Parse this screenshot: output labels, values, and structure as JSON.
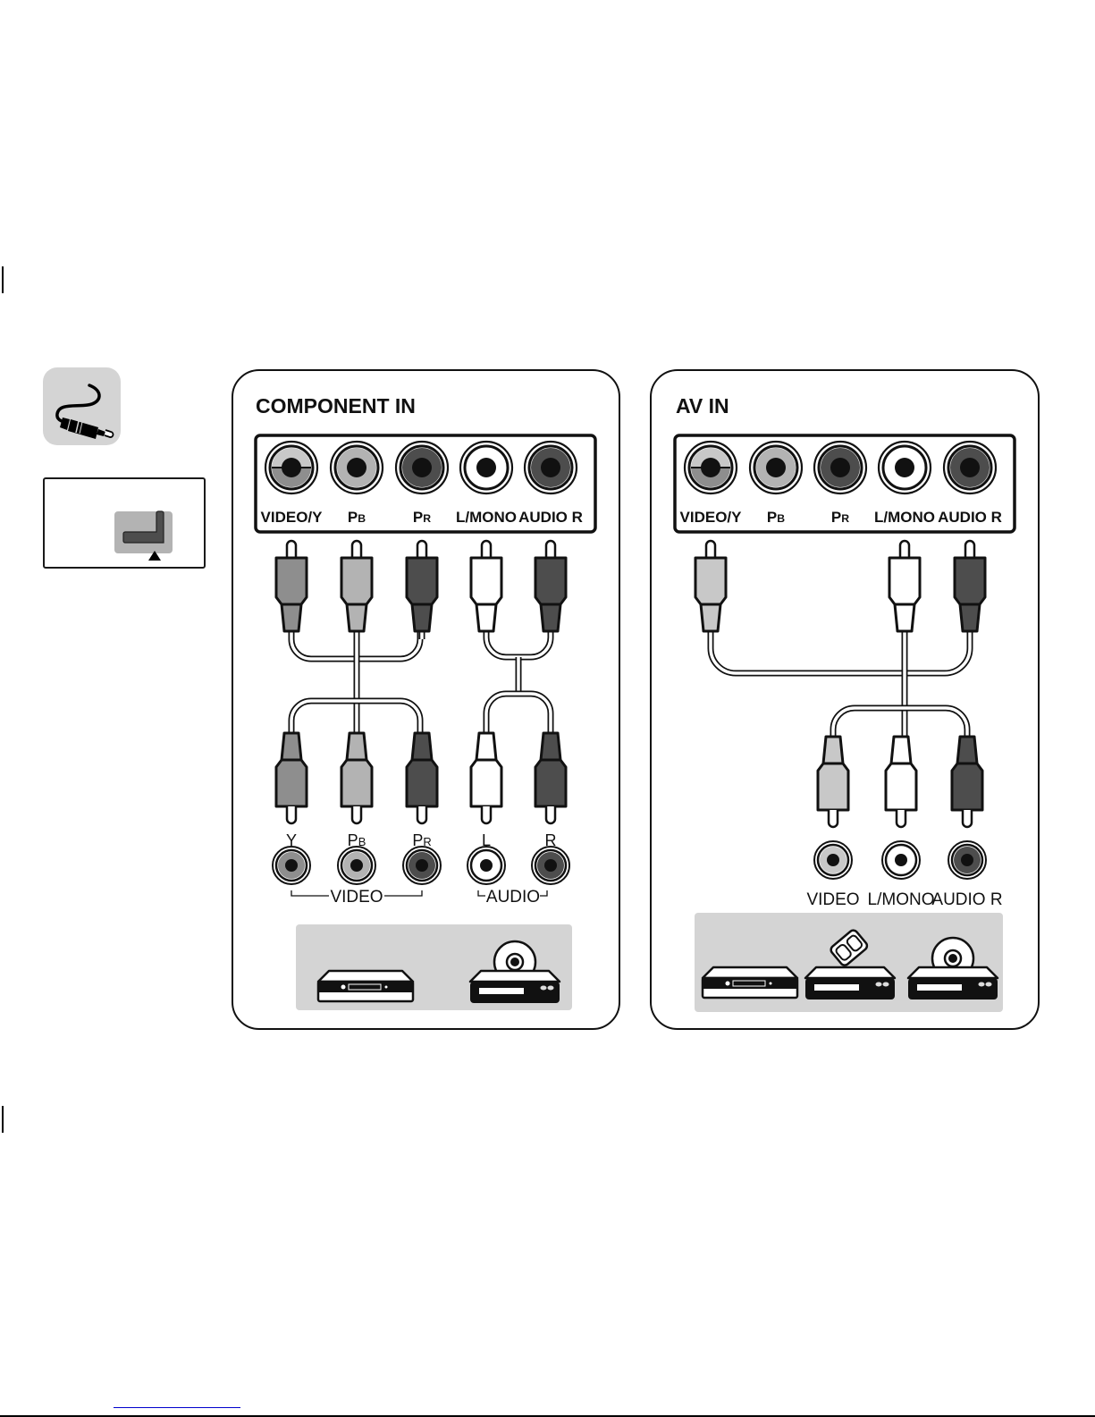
{
  "colors": {
    "y_gray": "#8e8e8e",
    "y_light": "#c8c8c8",
    "pb_gray": "#b3b3b3",
    "pr_dark": "#4d4d4d",
    "white": "#ffffff",
    "panel_bg": "#d4d4d4",
    "icon_bg": "#d4d4d4",
    "link_blue": "#0000cc",
    "outline": "#1a1a1a"
  },
  "sidebar": {
    "cable_icon": "rca-cable-icon",
    "port_location_icon": "port-location-icon"
  },
  "component_panel": {
    "title": "COMPONENT IN",
    "tv_ports": [
      {
        "label": "VIDEO/Y",
        "sub": "",
        "color": "split"
      },
      {
        "label": "P",
        "sub": "B",
        "color": "pb"
      },
      {
        "label": "P",
        "sub": "R",
        "color": "pr"
      },
      {
        "label": "L/MONO",
        "sub": "",
        "color": "white"
      },
      {
        "label": "AUDIO R",
        "sub": "",
        "color": "pr"
      }
    ],
    "plugs": [
      "y",
      "pb",
      "pr",
      "white",
      "pr"
    ],
    "device_ports": [
      {
        "label": "Y",
        "sub": "",
        "color": "y"
      },
      {
        "label": "P",
        "sub": "B",
        "color": "pb"
      },
      {
        "label": "P",
        "sub": "R",
        "color": "pr"
      },
      {
        "label": "L",
        "sub": "",
        "color": "white"
      },
      {
        "label": "R",
        "sub": "",
        "color": "pr"
      }
    ],
    "group_labels": {
      "video": "VIDEO",
      "audio": "AUDIO"
    },
    "devices": [
      "set-top-box-icon",
      "dvd-player-icon"
    ]
  },
  "av_panel": {
    "title": "AV IN",
    "tv_ports": [
      {
        "label": "VIDEO/Y",
        "sub": "",
        "color": "split"
      },
      {
        "label": "P",
        "sub": "B",
        "color": "pb"
      },
      {
        "label": "P",
        "sub": "R",
        "color": "pr"
      },
      {
        "label": "L/MONO",
        "sub": "",
        "color": "white"
      },
      {
        "label": "AUDIO R",
        "sub": "",
        "color": "pr"
      }
    ],
    "plugs": [
      "ylight",
      "white",
      "pr"
    ],
    "device_ports": [
      {
        "label": "VIDEO",
        "sub": "",
        "color": "ylight"
      },
      {
        "label": "L/MONO",
        "sub": "",
        "color": "white"
      },
      {
        "label": "AUDIO R",
        "sub": "",
        "color": "pr"
      }
    ],
    "devices": [
      "set-top-box-icon",
      "vcr-icon",
      "dvd-player-icon"
    ]
  }
}
